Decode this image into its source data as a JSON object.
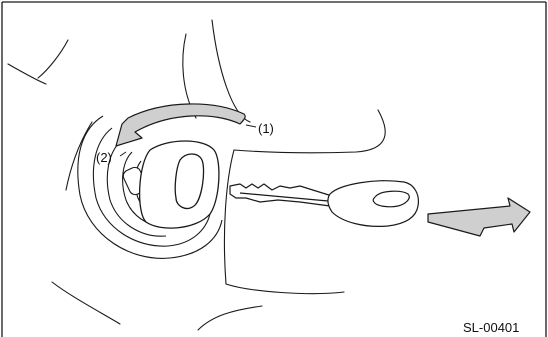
{
  "callouts": {
    "one": "(1)",
    "two": "(2)"
  },
  "figure_code": "SL-00401",
  "icons": {
    "arrow_turn": "curved-arrow-icon",
    "arrow_pull": "pull-out-arrow-icon"
  },
  "colors": {
    "line": "#1a1a1a",
    "arrow_fill": "#cfcfcf",
    "background": "#ffffff"
  }
}
